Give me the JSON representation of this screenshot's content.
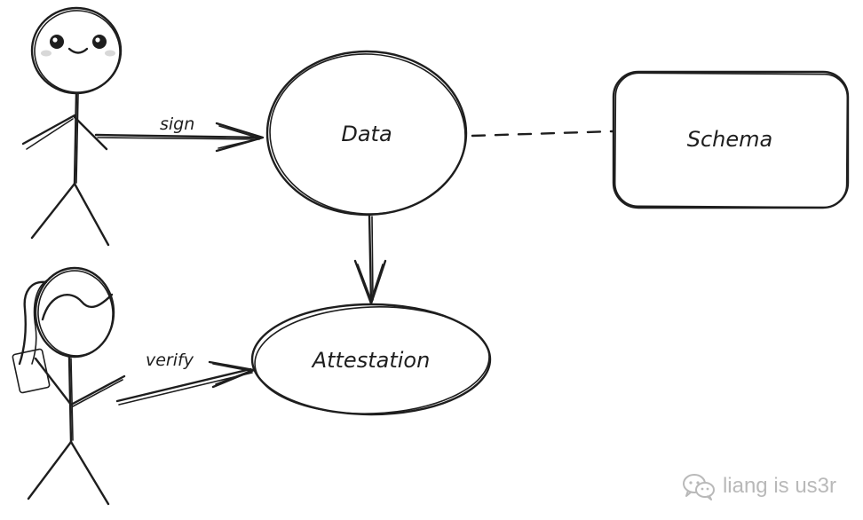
{
  "nodes": {
    "data": {
      "label": "Data"
    },
    "schema": {
      "label": "Schema"
    },
    "attestation": {
      "label": "Attestation"
    }
  },
  "edges": {
    "sign": {
      "label": "sign"
    },
    "verify": {
      "label": "verify"
    }
  },
  "watermark": {
    "text": "liang is us3r",
    "icon": "wechat-icon",
    "color": "#b9b9b9"
  },
  "colors": {
    "ink": "#1e1e1e",
    "background": "#ffffff"
  }
}
